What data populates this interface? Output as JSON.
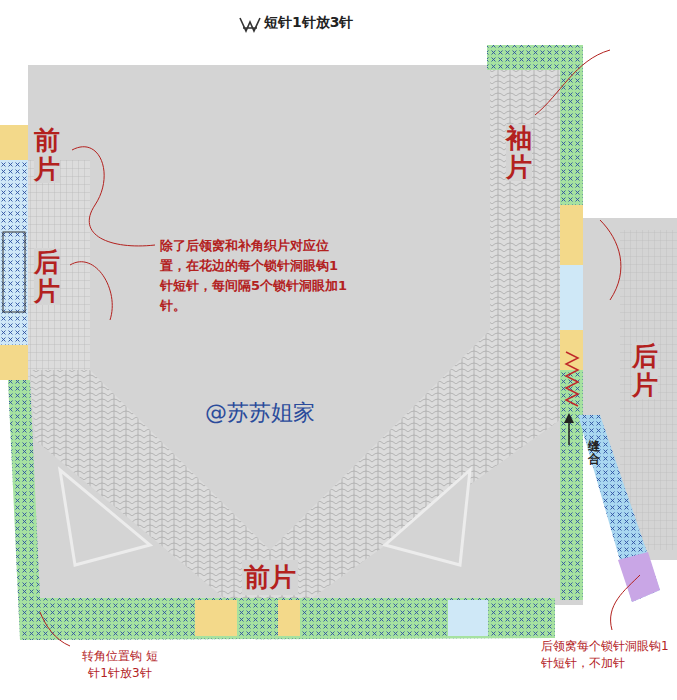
{
  "diagram": {
    "title": "短针1针放3针",
    "labels": [
      "前片",
      "后片",
      "袖片",
      "后片",
      "除了后领窝和补角织片对应位置，在花边的每个锁针洞眼钩1针短针，每间隔5个锁针洞眼加1针。",
      "@苏苏姐家",
      "前片",
      "缝合",
      "转角位置钩 短针1针放3针",
      "后领窝每个锁针洞眼钩1针短针，不加针"
    ]
  }
}
